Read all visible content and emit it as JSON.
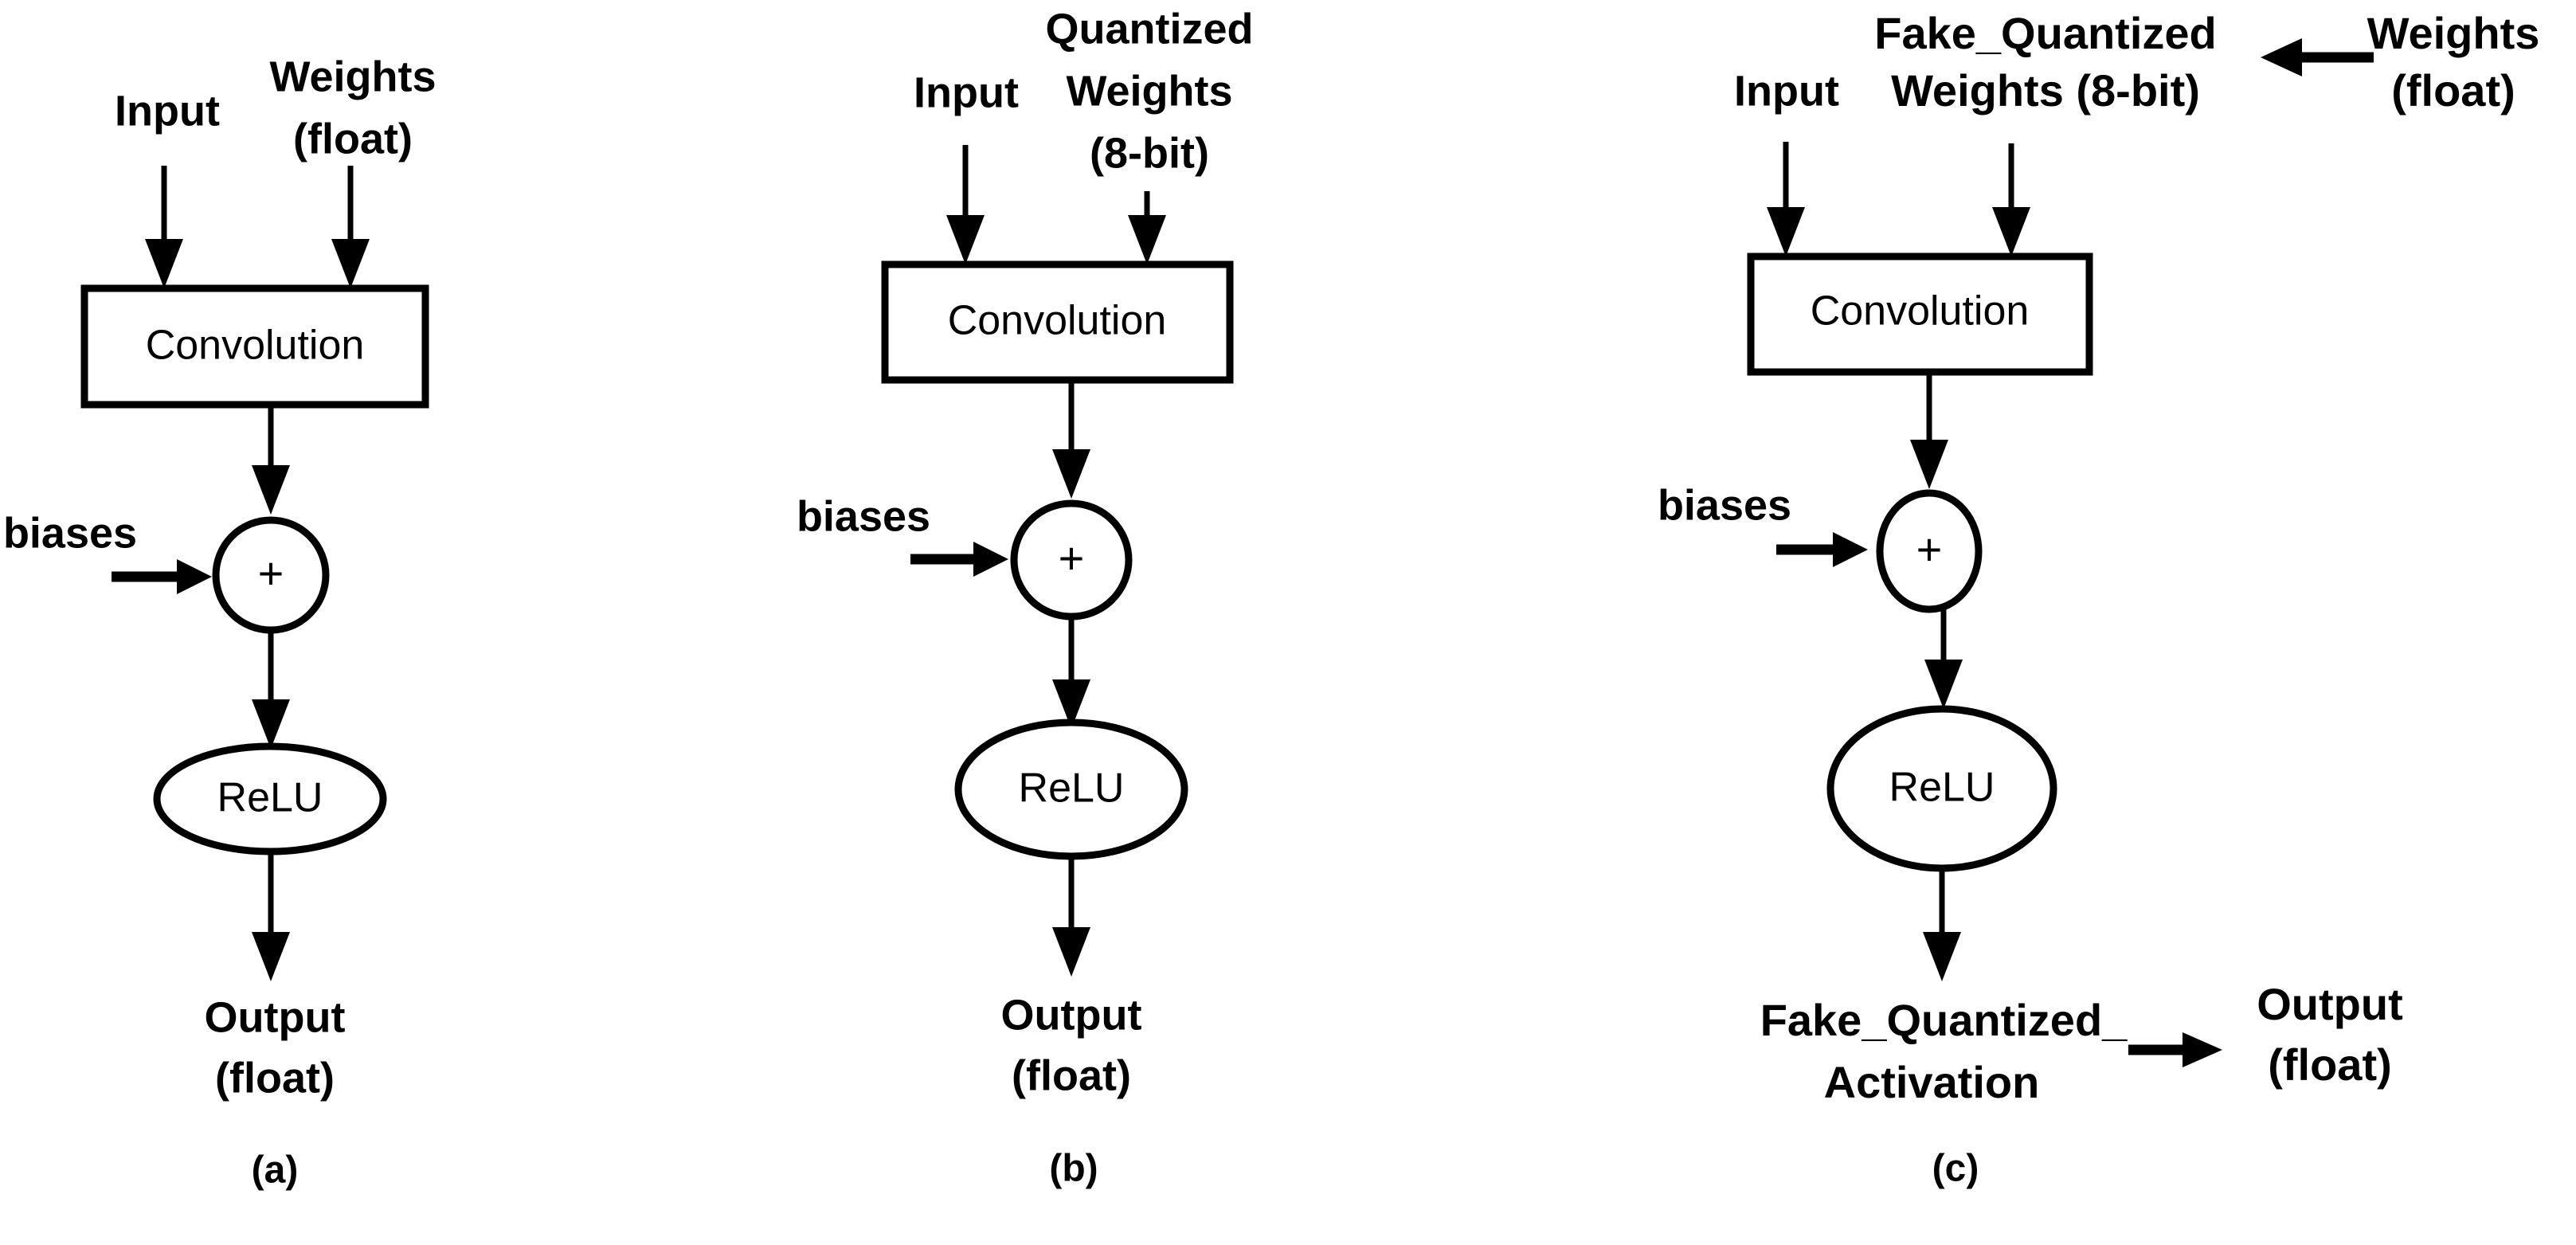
{
  "figure": {
    "type": "diagram",
    "background_color": "#ffffff",
    "stroke_color": "#000000",
    "panels": [
      {
        "id": "a",
        "caption": "(a)",
        "inputs": [
          {
            "name": "input-label",
            "text": "Input"
          },
          {
            "name": "weights-label",
            "lines": [
              "Weights",
              "(float)"
            ]
          }
        ],
        "nodes": [
          {
            "name": "convolution-box",
            "shape": "rect",
            "label": "Convolution"
          },
          {
            "name": "add-node",
            "shape": "circle",
            "label": "+"
          },
          {
            "name": "relu-node",
            "shape": "ellipse",
            "label": "ReLU"
          }
        ],
        "side_inputs": [
          {
            "name": "biases-label",
            "text": "biases"
          }
        ],
        "outputs": [
          {
            "name": "output-label",
            "lines": [
              "Output",
              "(float)"
            ]
          }
        ]
      },
      {
        "id": "b",
        "caption": "(b)",
        "inputs": [
          {
            "name": "input-label",
            "text": "Input"
          },
          {
            "name": "quantized-weights-label",
            "lines": [
              "Quantized",
              "Weights",
              "(8-bit)"
            ]
          }
        ],
        "nodes": [
          {
            "name": "convolution-box",
            "shape": "rect",
            "label": "Convolution"
          },
          {
            "name": "add-node",
            "shape": "circle",
            "label": "+"
          },
          {
            "name": "relu-node",
            "shape": "ellipse",
            "label": "ReLU"
          }
        ],
        "side_inputs": [
          {
            "name": "biases-label",
            "text": "biases"
          }
        ],
        "outputs": [
          {
            "name": "output-label",
            "lines": [
              "Output",
              "(float)"
            ]
          }
        ]
      },
      {
        "id": "c",
        "caption": "(c)",
        "inputs": [
          {
            "name": "input-label",
            "text": "Input"
          },
          {
            "name": "fake-quantized-weights-label",
            "lines": [
              "Fake_Quantized",
              "Weights (8-bit)"
            ]
          },
          {
            "name": "weights-float-label",
            "lines": [
              "Weights",
              "(float)"
            ]
          }
        ],
        "nodes": [
          {
            "name": "convolution-box",
            "shape": "rect",
            "label": "Convolution"
          },
          {
            "name": "add-node",
            "shape": "circle",
            "label": "+"
          },
          {
            "name": "relu-node",
            "shape": "ellipse",
            "label": "ReLU"
          }
        ],
        "side_inputs": [
          {
            "name": "biases-label",
            "text": "biases"
          }
        ],
        "outputs": [
          {
            "name": "fake-quantized-activation-label",
            "lines": [
              "Fake_Quantized_",
              "Activation"
            ]
          },
          {
            "name": "output-label",
            "lines": [
              "Output",
              "(float)"
            ]
          }
        ]
      }
    ]
  },
  "text": {
    "a": {
      "input": "Input",
      "weights_l1": "Weights",
      "weights_l2": "(float)",
      "convolution": "Convolution",
      "plus": "+",
      "biases": "biases",
      "relu": "ReLU",
      "output_l1": "Output",
      "output_l2": "(float)",
      "caption": "(a)"
    },
    "b": {
      "input": "Input",
      "weights_l1": "Quantized",
      "weights_l2": "Weights",
      "weights_l3": "(8-bit)",
      "convolution": "Convolution",
      "plus": "+",
      "biases": "biases",
      "relu": "ReLU",
      "output_l1": "Output",
      "output_l2": "(float)",
      "caption": "(b)"
    },
    "c": {
      "input": "Input",
      "fq_weights_l1": "Fake_Quantized",
      "fq_weights_l2": "Weights (8-bit)",
      "src_weights_l1": "Weights",
      "src_weights_l2": "(float)",
      "convolution": "Convolution",
      "plus": "+",
      "biases": "biases",
      "relu": "ReLU",
      "fq_activation_l1": "Fake_Quantized_",
      "fq_activation_l2": "Activation",
      "output_l1": "Output",
      "output_l2": "(float)",
      "caption": "(c)"
    }
  }
}
